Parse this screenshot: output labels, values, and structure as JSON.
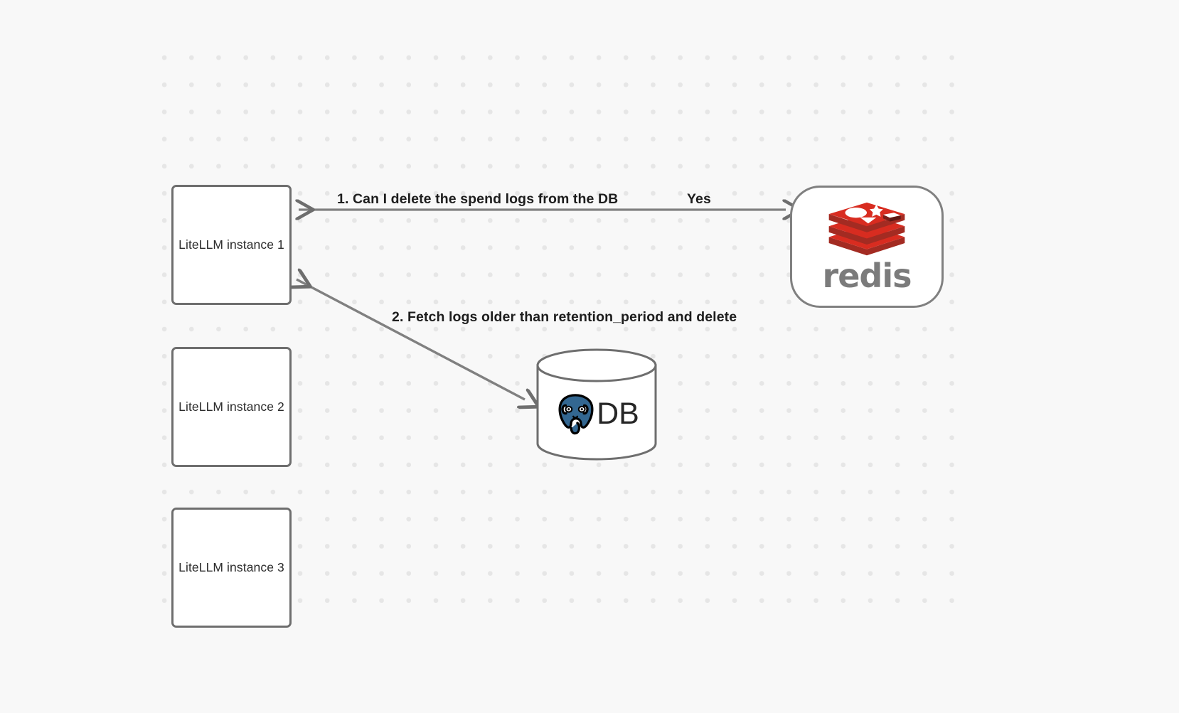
{
  "diagram": {
    "background_color": "#f8f8f8",
    "grid_dot_color": "#e6e6e6",
    "stroke_color": "#6e6e6e",
    "nodes": {
      "litellm_1": {
        "label": "LiteLLM instance 1"
      },
      "litellm_2": {
        "label": "LiteLLM instance 2"
      },
      "litellm_3": {
        "label": "LiteLLM instance 3"
      },
      "redis": {
        "label": "redis",
        "brand_color": "#d82c20"
      },
      "database": {
        "label": "DB",
        "brand_color": "#336791"
      }
    },
    "edges": [
      {
        "id": "edge-1",
        "from": "litellm_1",
        "to": "redis",
        "label": "1.  Can I delete the spend logs from the DB",
        "answer_label": "Yes"
      },
      {
        "id": "edge-2",
        "from": "database",
        "to": "litellm_1",
        "label": "2.  Fetch logs older than retention_period and delete"
      }
    ]
  }
}
